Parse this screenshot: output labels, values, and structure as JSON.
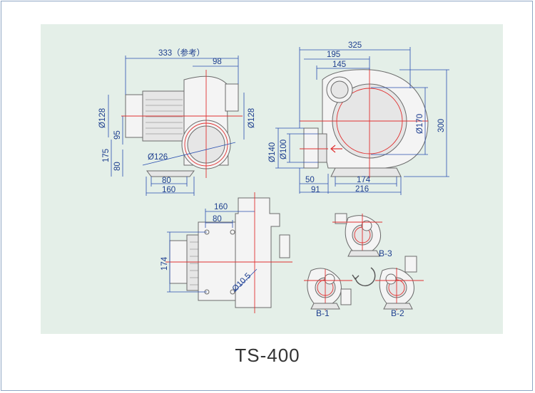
{
  "title": "TS-400",
  "colors": {
    "panel": "#e4efe8",
    "dimension": "#1e3f8f",
    "centerline": "#e03030",
    "frame": "#8fa6c4"
  },
  "side_view": {
    "overall": "333（参考）",
    "outlet_offset": "98",
    "motor_dia": "Ø128",
    "inlet_dia": "Ø128",
    "height_a": "95",
    "height_b": "175",
    "height_c": "80",
    "inlet_circle": "Ø126",
    "base_a": "80",
    "base_b": "160"
  },
  "front_view": {
    "width_a": "325",
    "width_b": "195",
    "width_c": "145",
    "scroll_dia": "Ø170",
    "height": "300",
    "flange_a": "Ø140",
    "flange_b": "Ø100",
    "base_a": "50",
    "base_b": "174",
    "base_c": "91",
    "base_d": "216"
  },
  "top_view": {
    "width_a": "160",
    "width_b": "80",
    "height": "174",
    "hole": "Ø10.5"
  },
  "variants": {
    "b3": "B-3",
    "b1": "B-1",
    "b2": "B-2"
  }
}
